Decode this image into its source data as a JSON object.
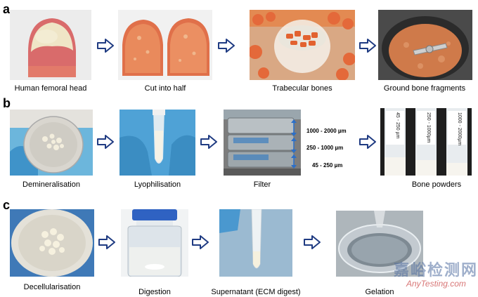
{
  "panels": {
    "a": {
      "letter": "a",
      "captions": [
        "Human femoral head",
        "Cut into half",
        "Trabecular bones",
        "Ground bone fragments"
      ]
    },
    "b": {
      "letter": "b",
      "captions": [
        "Demineralisation",
        "Lyophilisation",
        "Filter",
        "Bone powders"
      ],
      "sieve_sizes": [
        "1000 - 2000 µm",
        "250 - 1000 µm",
        "45 - 250 µm"
      ],
      "tube_labels": [
        "45 - 250 µm",
        "250 - 1000µm",
        "1000 - 2000µm"
      ]
    },
    "c": {
      "letter": "c",
      "captions": [
        "Decellularisation",
        "Digestion",
        "Supernatant (ECM digest)",
        "Gelation"
      ]
    }
  },
  "watermark": {
    "line1": "嘉峪检测网",
    "line2": "AnyTesting.com"
  },
  "colors": {
    "arrow_stroke": "#1f3b82",
    "bone": "#e06a3a",
    "glove": "#5aa9d8"
  }
}
